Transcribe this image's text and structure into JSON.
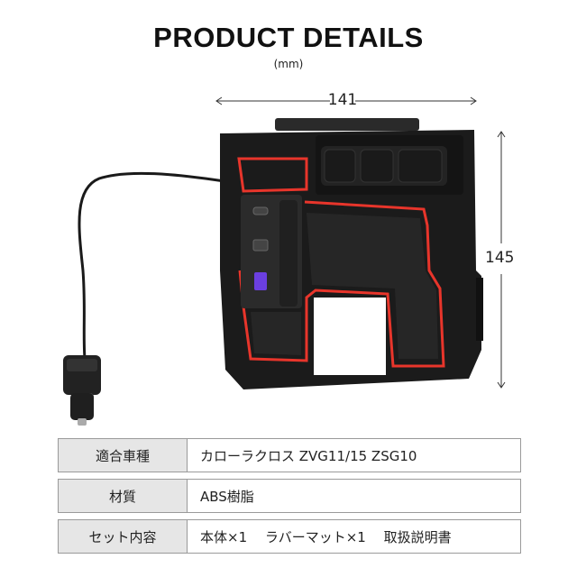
{
  "header": {
    "title": "PRODUCT DETAILS",
    "unit": "(mm)"
  },
  "dimensions": {
    "width": "141",
    "height": "145"
  },
  "specs": [
    {
      "label": "適合車種",
      "value": "カローラクロス ZVG11/15 ZSG10"
    },
    {
      "label": "材質",
      "value": "ABS樹脂"
    },
    {
      "label": "セット内容",
      "value": "本体×1　 ラバーマット×1　 取扱説明書"
    }
  ],
  "colors": {
    "accent_red": "#e8352b",
    "body_black": "#1b1b1b",
    "table_label_bg": "#e6e6e6"
  }
}
